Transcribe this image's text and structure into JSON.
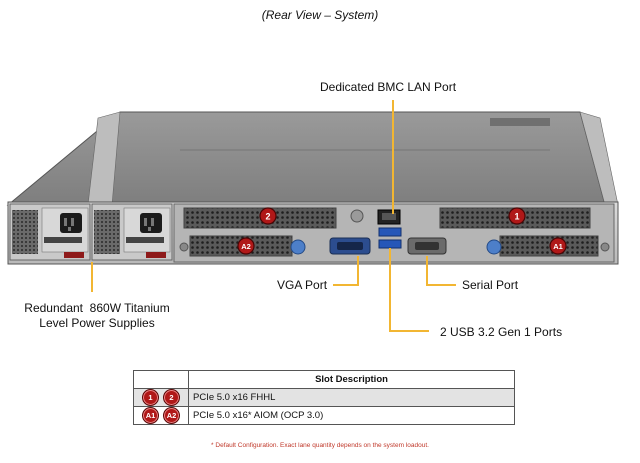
{
  "caption": "(Rear View – System)",
  "callouts": {
    "bmc": "Dedicated BMC LAN Port",
    "vga": "VGA Port",
    "serial": "Serial Port",
    "usb": "2 USB 3.2 Gen 1 Ports",
    "psu_line1": "Redundant  860W Titanium",
    "psu_line2": "Level Power Supplies"
  },
  "slot_markers": {
    "s1": "1",
    "s2": "2",
    "a1": "A1",
    "a2": "A2"
  },
  "table": {
    "header": "Slot Description",
    "rows": [
      {
        "badges": [
          "1",
          "2"
        ],
        "description": "PCIe 5.0 x16 FHHL"
      },
      {
        "badges": [
          "A1",
          "A2"
        ],
        "description": "PCIe 5.0 x16* AIOM (OCP 3.0)"
      }
    ]
  },
  "footnote": "* Default Configuration. Exact lane quantity depends on the system loadout.",
  "colors": {
    "leader": "#f2b632",
    "badge": "#b01818",
    "chassis_top": "#8a8a8a",
    "chassis_rear": "#cfcfcf"
  }
}
